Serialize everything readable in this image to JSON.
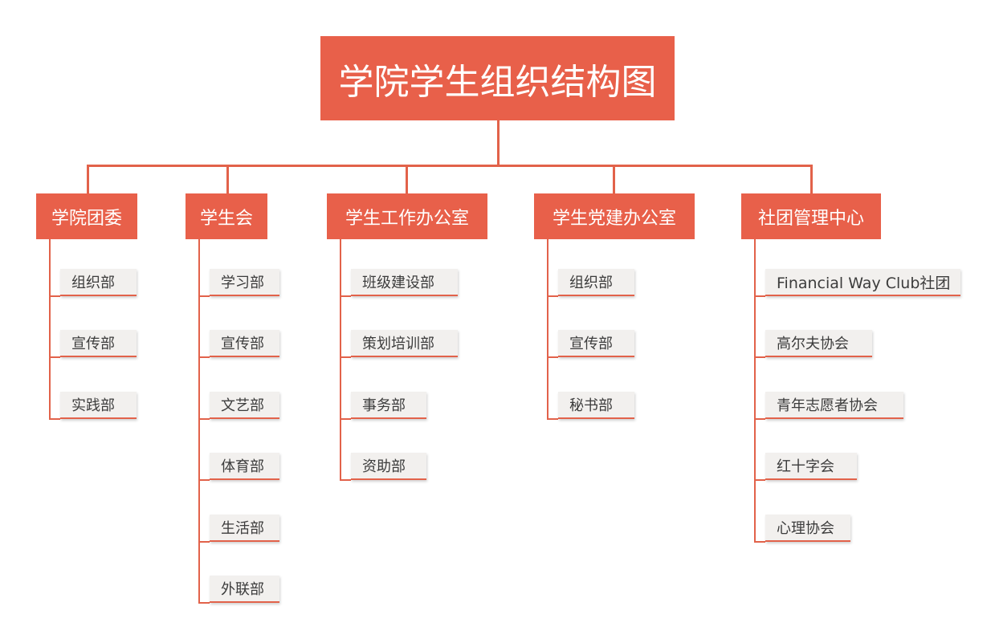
{
  "title": "学院学生组织结构图",
  "colors": {
    "accent": "#e8604a",
    "line": "#e2624a",
    "item_bg": "#f2f0ee"
  },
  "departments": [
    {
      "name": "学院团委",
      "items": [
        "组织部",
        "宣传部",
        "实践部"
      ]
    },
    {
      "name": "学生会",
      "items": [
        "学习部",
        "宣传部",
        "文艺部",
        "体育部",
        "生活部",
        "外联部"
      ]
    },
    {
      "name": "学生工作办公室",
      "items": [
        "班级建设部",
        "策划培训部",
        "事务部",
        "资助部"
      ]
    },
    {
      "name": "学生党建办公室",
      "items": [
        "组织部",
        "宣传部",
        "秘书部"
      ]
    },
    {
      "name": "社团管理中心",
      "items": [
        "Financial Way Club社团",
        "高尔夫协会",
        "青年志愿者协会",
        "红十字会",
        "心理协会"
      ]
    }
  ]
}
